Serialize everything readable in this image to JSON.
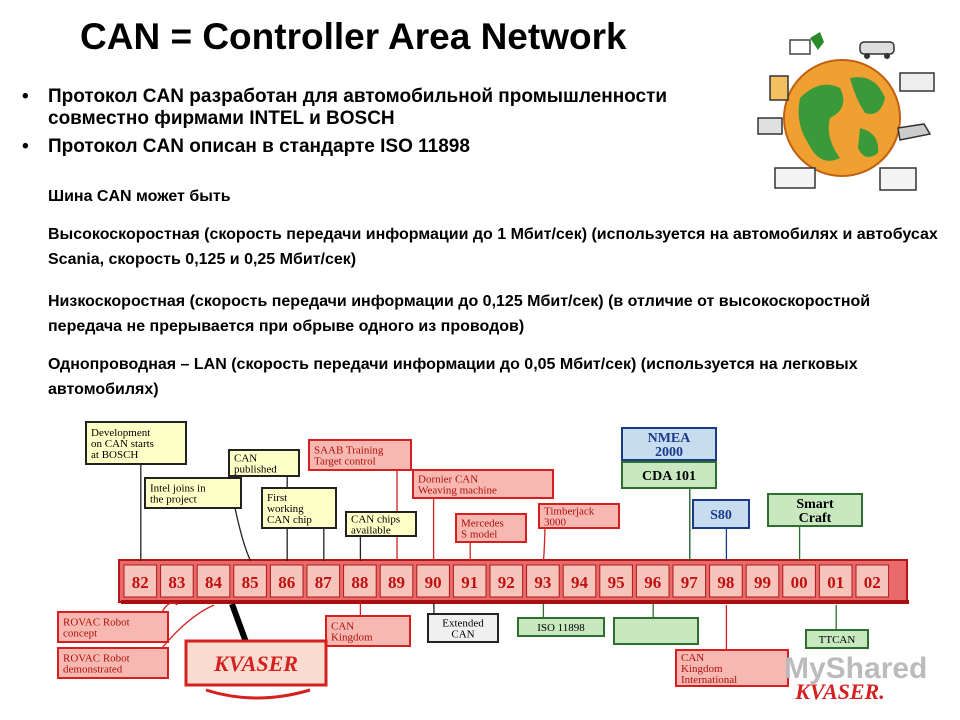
{
  "header": {
    "title": "CAN = Controller Area Network"
  },
  "bullets": [
    "Протокол CAN разработан для автомобильной промышленности совместно фирмами INTEL и BOSCH",
    "Протокол CAN описан в стандарте ISO 11898"
  ],
  "bullet_glyph": "•",
  "paragraphs": [
    "Шина CAN может быть",
    "Высокоскоростная (скорость передачи информации до 1 Мбит/сек) (используется на автомобилях и автобусах Scania, скорость 0,125 и 0,25 Мбит/сек)",
    "Низкоскоростная (скорость передачи информации до 0,125 Мбит/сек) (в отличие от высокоскоростной передача не прерывается при обрыве одного из проводов)",
    "Однопроводная – LAN (скорость передачи информации до 0,05 Мбит/сек) (используется на легковых автомобилях)"
  ],
  "timeline": {
    "years": [
      "82",
      "83",
      "84",
      "85",
      "86",
      "87",
      "88",
      "89",
      "90",
      "91",
      "92",
      "93",
      "94",
      "95",
      "96",
      "97",
      "98",
      "99",
      "00",
      "01",
      "02"
    ],
    "events_top": [
      {
        "lines": [
          "Development",
          "on CAN starts",
          "at BOSCH"
        ],
        "year": "82",
        "color": "yellow"
      },
      {
        "lines": [
          "Intel joins in",
          "the project"
        ],
        "year": "85",
        "color": "yellow"
      },
      {
        "lines": [
          "CAN",
          "published"
        ],
        "year": "86",
        "color": "yellow"
      },
      {
        "lines": [
          "First",
          "working",
          "CAN chip"
        ],
        "year": "87",
        "color": "yellow"
      },
      {
        "lines": [
          "SAAB Training",
          "Target control"
        ],
        "year": "89",
        "color": "red"
      },
      {
        "lines": [
          "CAN chips",
          "available"
        ],
        "year": "88",
        "color": "yellow"
      },
      {
        "lines": [
          "Dornier CAN",
          "Weaving machine"
        ],
        "year": "90",
        "color": "red"
      },
      {
        "lines": [
          "Mercedes",
          "S model"
        ],
        "year": "91",
        "color": "red"
      },
      {
        "lines": [
          "Timberjack",
          "3000"
        ],
        "year": "93",
        "color": "red"
      },
      {
        "lines": [
          "NMEA",
          "2000"
        ],
        "year": "97",
        "color": "blue"
      },
      {
        "lines": [
          "CDA 101"
        ],
        "year": "97",
        "color": "green"
      },
      {
        "lines": [
          "S80"
        ],
        "year": "98",
        "color": "blue"
      },
      {
        "lines": [
          "Smart",
          "Craft"
        ],
        "year": "00",
        "color": "green"
      }
    ],
    "events_bottom": [
      {
        "lines": [
          "ROVAC Robot",
          "concept"
        ],
        "year": "83",
        "color": "red"
      },
      {
        "lines": [
          "ROVAC Robot",
          "demonstrated"
        ],
        "year": "84",
        "color": "red"
      },
      {
        "lines": [
          "CAN",
          "Kingdom"
        ],
        "year": "88",
        "color": "red"
      },
      {
        "lines": [
          "Extended",
          "CAN"
        ],
        "year": "90",
        "color": "grey"
      },
      {
        "lines": [
          "ISO 11898"
        ],
        "year": "93",
        "color": "green"
      },
      {
        "lines": [],
        "year": "96",
        "color": "green"
      },
      {
        "lines": [
          "CAN",
          "Kingdom",
          "International"
        ],
        "year": "98",
        "color": "red"
      },
      {
        "lines": [
          "TTCAN"
        ],
        "year": "01",
        "color": "green"
      }
    ],
    "logo_text": "KVASER",
    "logo_text_small": "KVASER."
  },
  "watermark": "MyShared",
  "colors": {
    "yellow": "#ffffc8",
    "red": "#f6b8b0",
    "red_stroke": "#d62020",
    "green": "#c8e8c0",
    "green_stroke": "#2f6e2f",
    "blue": "#c8dcf0",
    "bar": "#e86a6a",
    "bar_stroke": "#b01818",
    "grey": "#f0f0f0"
  }
}
